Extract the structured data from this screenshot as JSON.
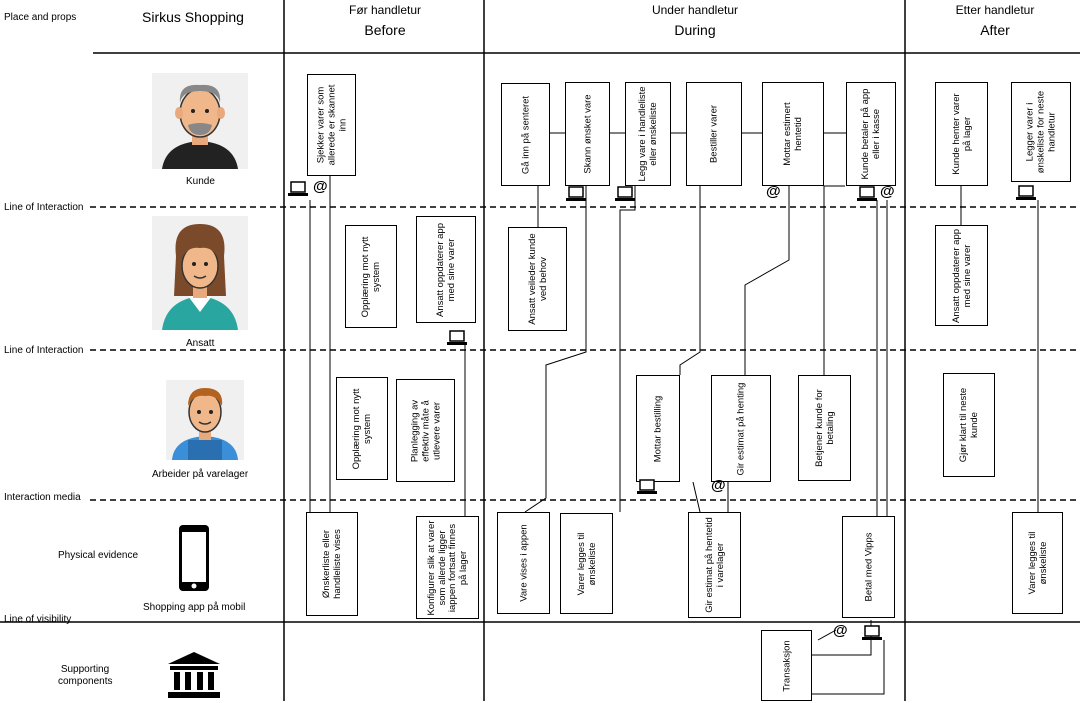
{
  "header": {
    "place_props": "Place and props",
    "title": "Sirkus Shopping",
    "before_no": "Før handletur",
    "before_en": "Before",
    "during_no": "Under handletur",
    "during_en": "During",
    "after_no": "Etter handletur",
    "after_en": "After"
  },
  "rows": {
    "line1": "Line of Interaction",
    "line2": "Line of Interaction",
    "line3": "Interaction media",
    "line4": "Line of visibility",
    "physical": "Physical evidence",
    "supporting": "Supporting components"
  },
  "actors": {
    "kunde": "Kunde",
    "ansatt": "Ansatt",
    "arbeider": "Arbeider på varelager",
    "mobil": "Shopping app på mobil"
  },
  "boxes": {
    "b1": "Sjekker varer som allerede er skannet inn",
    "b2": "Opplæring mot nytt system",
    "b3": "Ansatt oppdaterer app med sine varer",
    "b4": "Opplæring mot nytt system",
    "b5": "Planlegging av effektiv måte å utlevere varer",
    "b6": "Ønskerliste eller handleliste vises",
    "b7": "Konfigurer slik at varer som allerde ligger iappen fortsatt finnes på lager",
    "d1": "Gå inn på senteret",
    "d2": "Skann ønsket vare",
    "d3": "Legg vare i handleliste eller ønskeliste",
    "d4": "Bestiller varer",
    "d5": "Mottar estimert hentetid",
    "d6": "Kunde betaler på app eller i kasse",
    "d7": "Ansatt veileder kunde ved behov",
    "d8": "Mottar bestilling",
    "d9": "Gir estimat på henting",
    "d10": "Betjener kunde for betaling",
    "d11": "Vare vises i appen",
    "d12": "Varer legges til ønskeliste",
    "d13": "Gir estimat på hentetid i varelager",
    "d14": "Betal med Vipps",
    "d15": "Transaksjon",
    "a1": "Kunde henter varer på lager",
    "a2": "Legger varer i ønskeliste for neste handletur",
    "a3": "Ansatt oppdaterer app med sine varer",
    "a4": "Gjør klart til neste kunde",
    "a5": "Varer legges til ønskeliste"
  },
  "icons": {
    "at": "@",
    "laptop": "laptop-icon",
    "phone": "smartphone-icon",
    "bank": "bank-icon"
  }
}
